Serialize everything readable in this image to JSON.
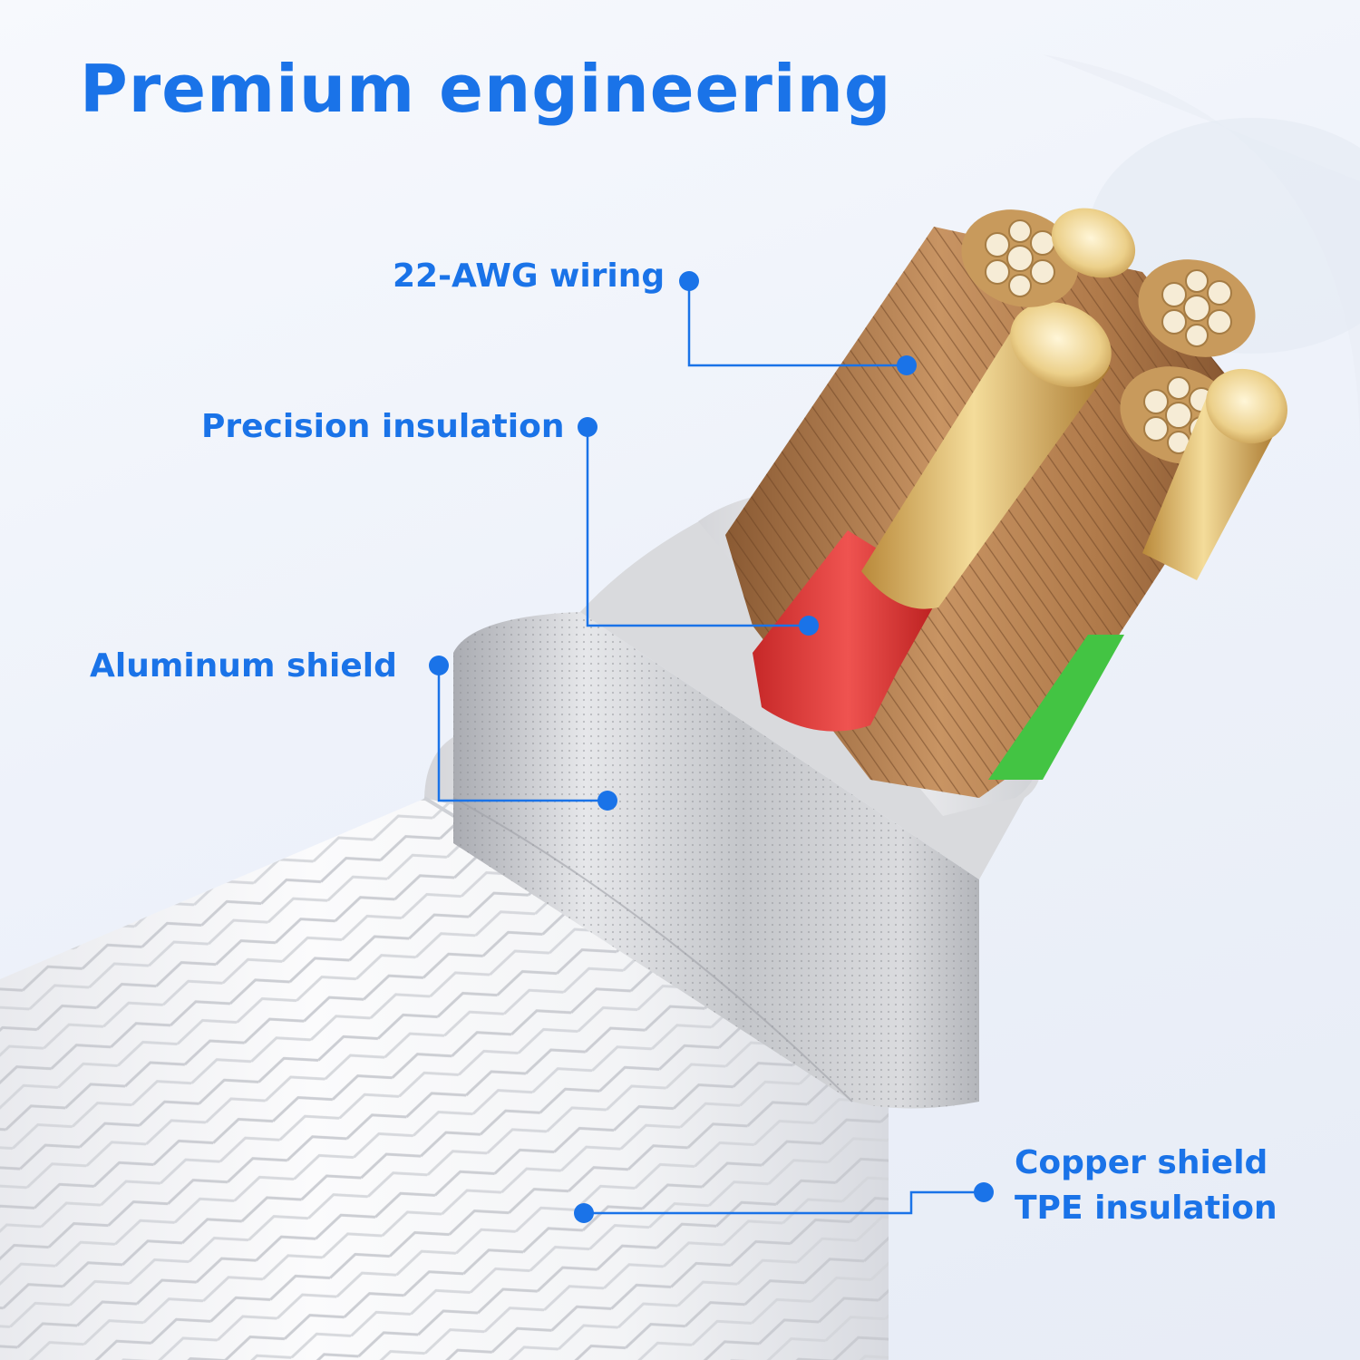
{
  "title": "Premium engineering",
  "callouts": {
    "wiring": "22-AWG wiring",
    "precision_insulation": "Precision insulation",
    "aluminum_shield": "Aluminum shield",
    "copper_shield": "Copper shield",
    "tpe_insulation": "TPE insulation"
  },
  "colors": {
    "accent": "#1a73e8",
    "braid": "#f4f4f4",
    "aluminum": "#c9cbcf",
    "copper": "#b8875a",
    "gold_tip": "#e8c97a",
    "red_insulation": "#e53935",
    "green_insulation": "#4cc94c"
  }
}
